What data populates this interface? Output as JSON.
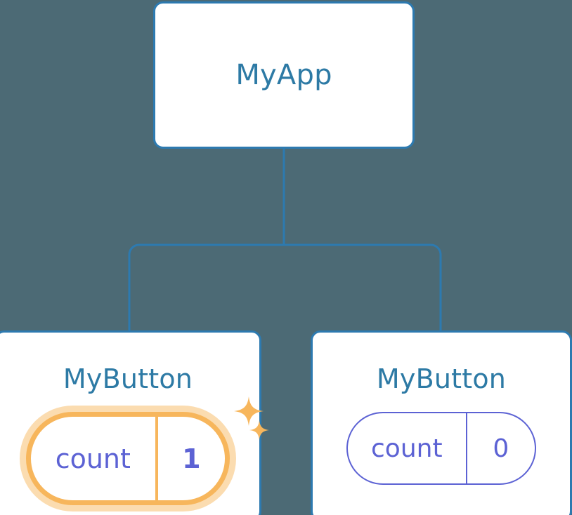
{
  "diagram": {
    "type": "component-tree",
    "background_color": "#4c6a75",
    "connector_color": "#2d7ab0",
    "title_color": "#2d7aa5",
    "state_color": "#5c62d4",
    "highlight_color": "#f7b65c",
    "highlight_glow_color": "#fbdcb0"
  },
  "root": {
    "label": "MyApp"
  },
  "children": [
    {
      "label": "MyButton",
      "state": {
        "key": "count",
        "value": "1"
      },
      "highlighted": true,
      "sparkle_big": "sparkle-icon",
      "sparkle_small": "sparkle-icon"
    },
    {
      "label": "MyButton",
      "state": {
        "key": "count",
        "value": "0"
      },
      "highlighted": false
    }
  ]
}
